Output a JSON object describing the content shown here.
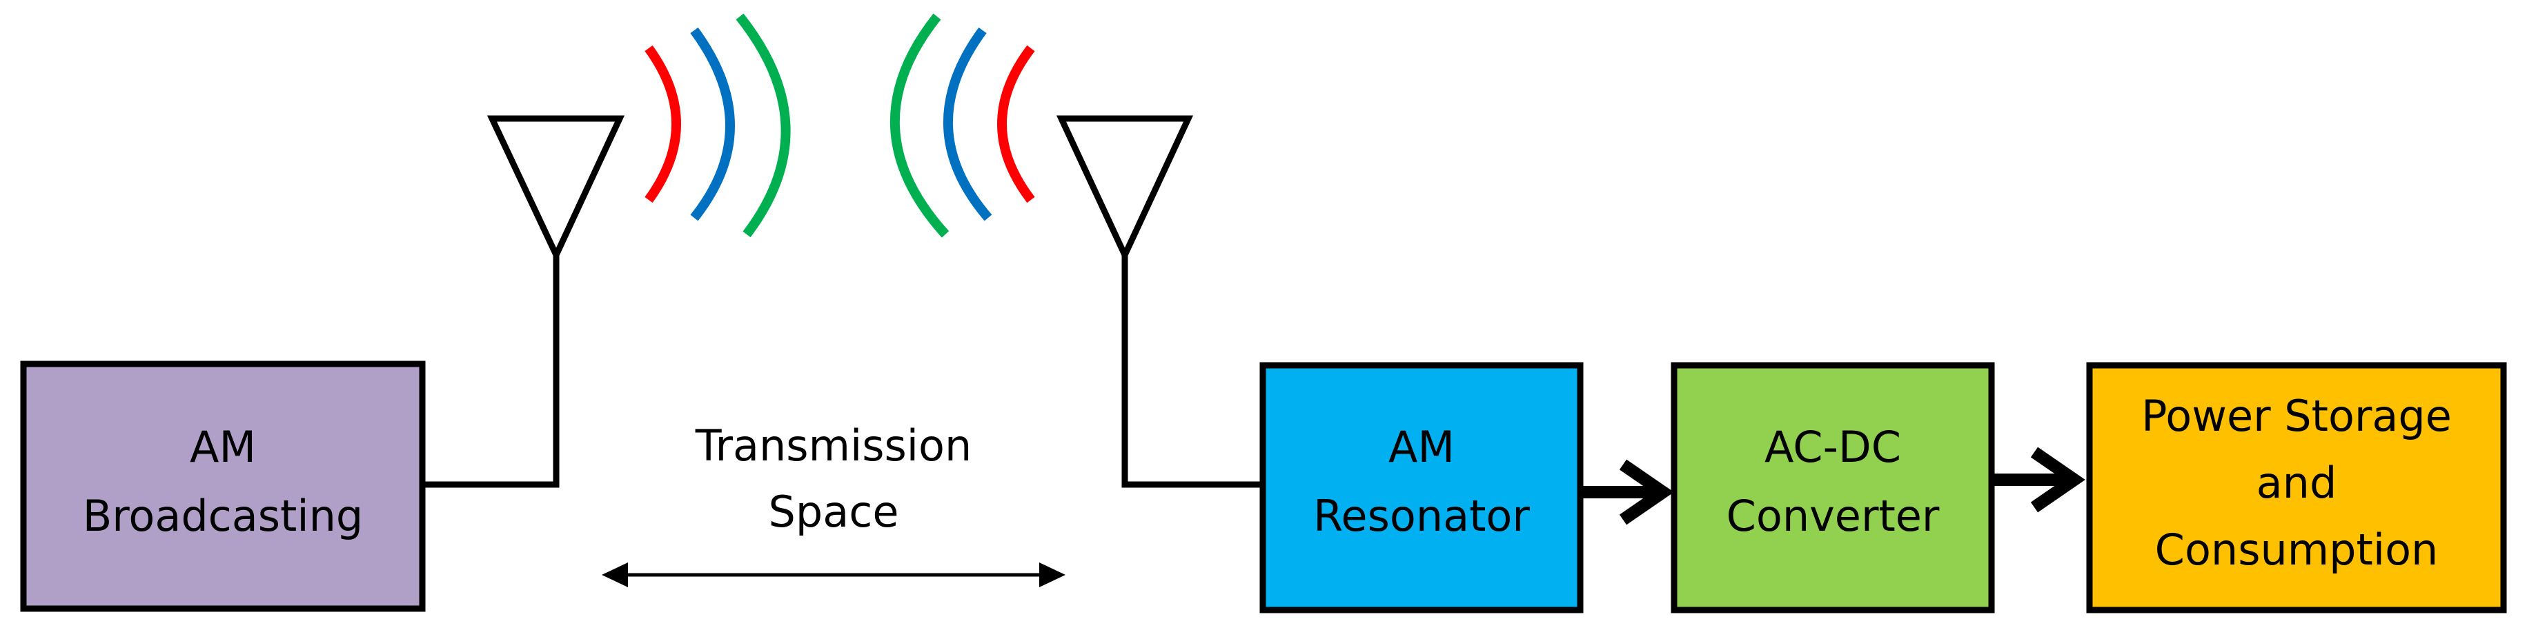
{
  "colors": {
    "broadcast_fill": "#b0a0c8",
    "resonator_fill": "#00b0f0",
    "converter_fill": "#92d050",
    "storage_fill": "#ffc000",
    "wave_red": "#ff0000",
    "wave_blue": "#0070c0",
    "wave_green": "#00b050",
    "stroke": "#000000"
  },
  "blocks": {
    "broadcasting": {
      "line1": "AM",
      "line2": "Broadcasting"
    },
    "resonator": {
      "line1": "AM",
      "line2": "Resonator"
    },
    "converter": {
      "line1": "AC-DC",
      "line2": "Converter"
    },
    "storage": {
      "line1": "Power Storage",
      "line2": "and",
      "line3": "Consumption"
    }
  },
  "transmission": {
    "line1": "Transmission",
    "line2": "Space"
  },
  "icons": {
    "tx_antenna": "antenna-icon",
    "rx_antenna": "antenna-icon",
    "tx_waves": "radio-waves-icon",
    "rx_waves": "radio-waves-icon"
  }
}
